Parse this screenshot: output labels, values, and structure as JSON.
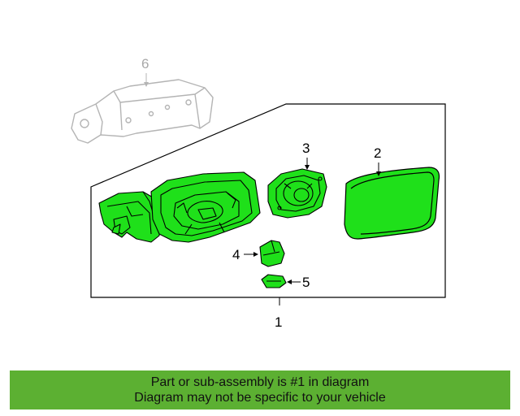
{
  "callouts": {
    "part_1": "1",
    "part_2": "2",
    "part_3": "3",
    "part_4": "4",
    "part_5": "5",
    "part_6": "6"
  },
  "banner": {
    "line1": "Part or sub-assembly is #1 in diagram",
    "line2": "Diagram may not be specific to your vehicle",
    "color": "#5cb032"
  },
  "colors": {
    "part_fill": "#1fe01a",
    "outline": "#000000",
    "ghost": "#b4b4b4"
  }
}
